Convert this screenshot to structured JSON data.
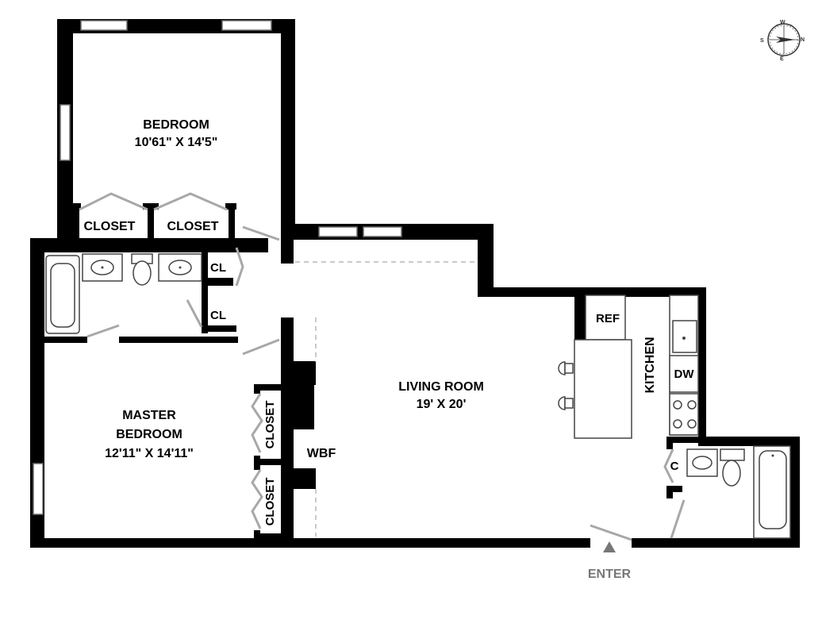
{
  "rooms": {
    "bedroom": {
      "name": "BEDROOM",
      "size": "10'61\" X 14'5\""
    },
    "master_bedroom": {
      "name_line1": "MASTER",
      "name_line2": "BEDROOM",
      "size": "12'11\" X 14'11\""
    },
    "living_room": {
      "name": "LIVING ROOM",
      "size": "19' X 20'"
    },
    "kitchen": {
      "name": "KITCHEN"
    }
  },
  "labels": {
    "closet_1": "CLOSET",
    "closet_2": "CLOSET",
    "closet_3": "CLOSET",
    "closet_4": "CLOSET",
    "cl_1": "CL",
    "cl_2": "CL",
    "c": "C",
    "ref": "REF",
    "dw": "DW",
    "wbf": "WBF"
  },
  "entry": {
    "label": "ENTER"
  },
  "compass": {
    "n": "N",
    "s": "S",
    "e": "E",
    "w": "W"
  },
  "colors": {
    "wall": "#000000",
    "door": "#a8a8a8",
    "enter": "#777777"
  }
}
